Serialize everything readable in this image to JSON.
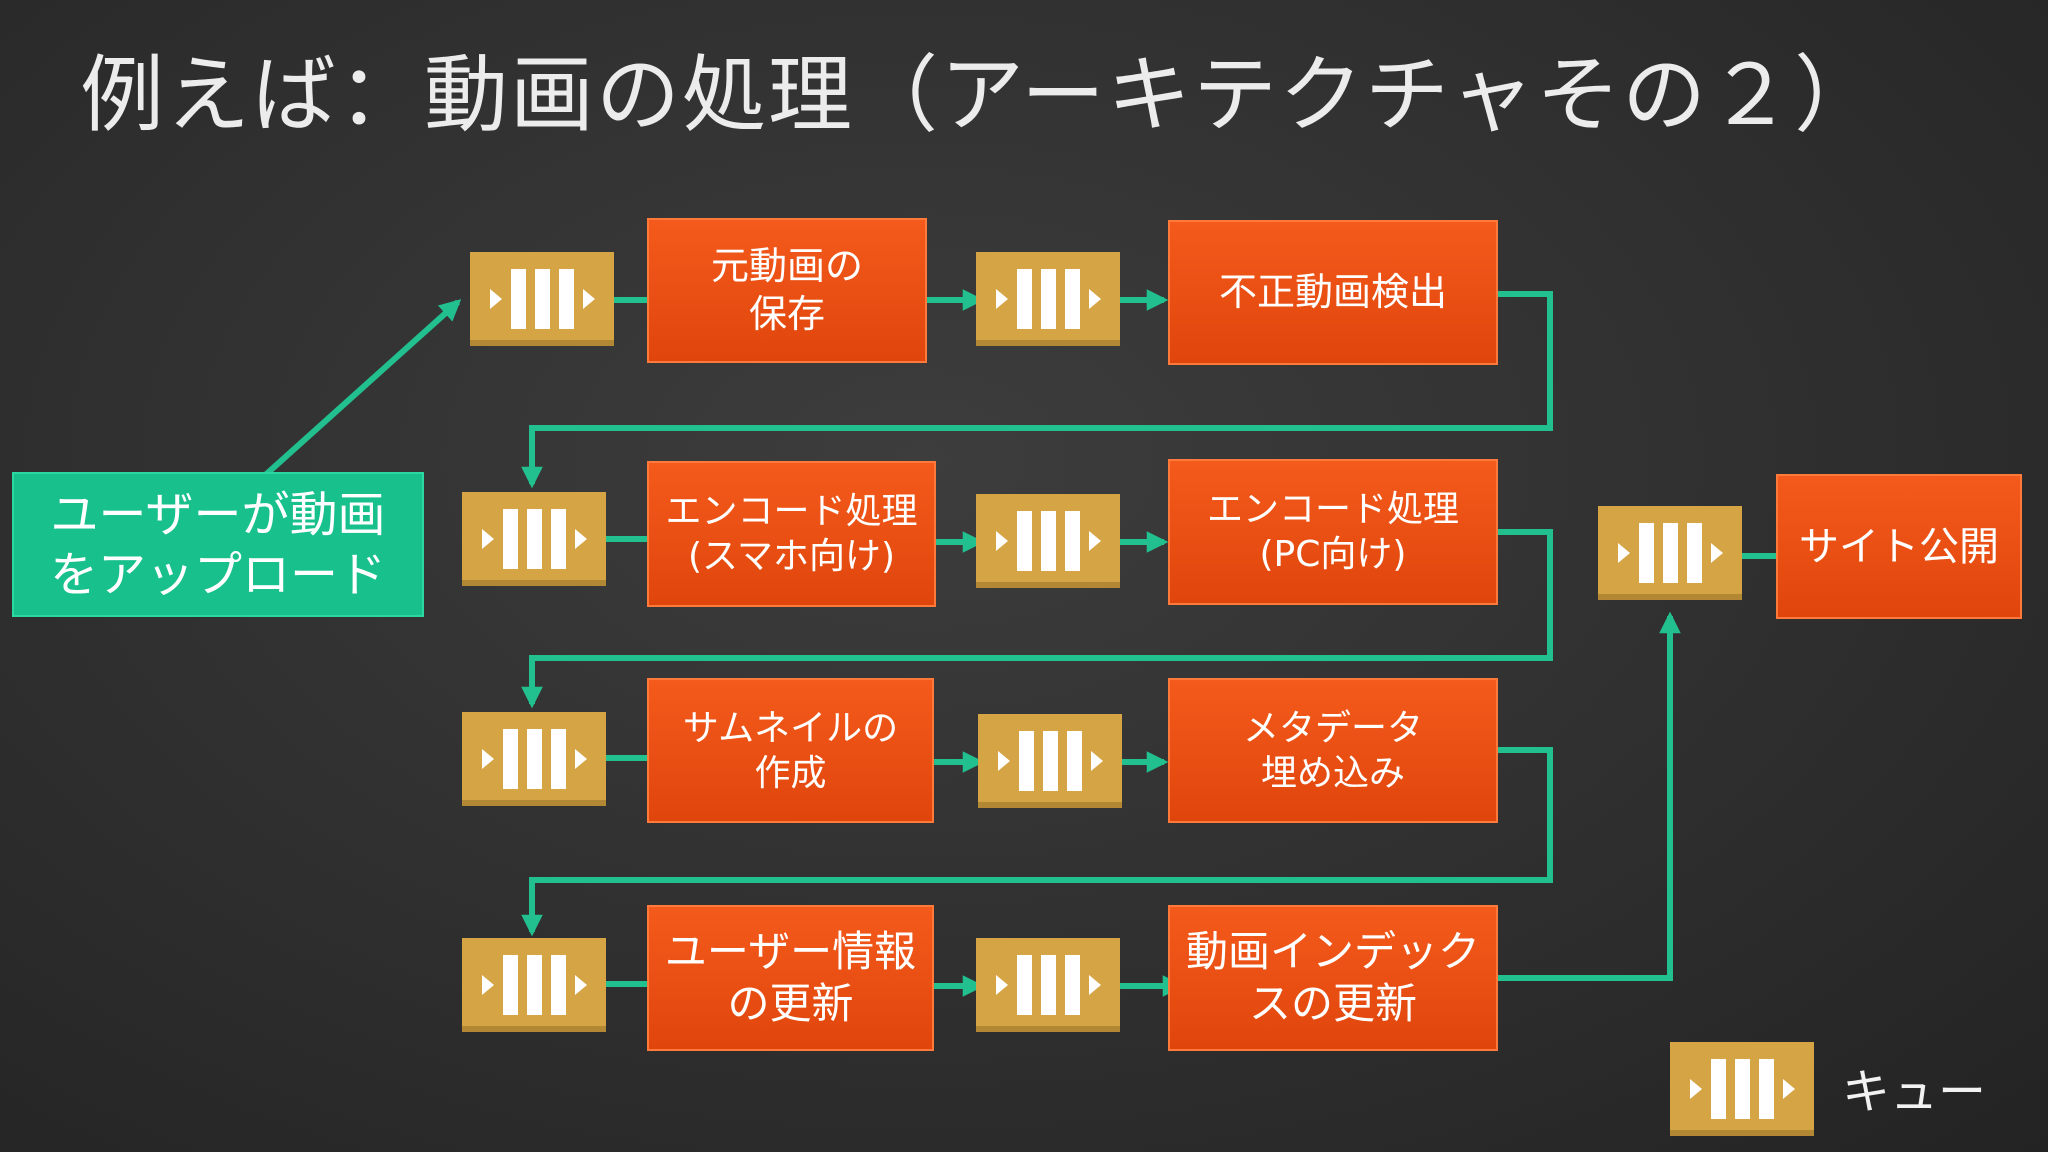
{
  "title": "例えば：動画の処理（アーキテクチャその２）",
  "upload": "ユーザーが動画\nをアップロード",
  "steps": {
    "save": "元動画の\n保存",
    "fraud": "不正動画検出",
    "enc_sp": "エンコード処理\n(スマホ向け)",
    "enc_pc": "エンコード処理\n(PC向け)",
    "thumb": "サムネイルの\n作成",
    "meta": "メタデータ\n埋め込み",
    "user": "ユーザー情報\nの更新",
    "index": "動画インデック\nスの更新",
    "publish": "サイト公開"
  },
  "legend": {
    "label": "キュー",
    "icon": "queue-icon"
  },
  "colors": {
    "process": "#f04f14",
    "upload": "#18c08c",
    "queue": "#d5a545",
    "arrow": "#22c08e"
  }
}
